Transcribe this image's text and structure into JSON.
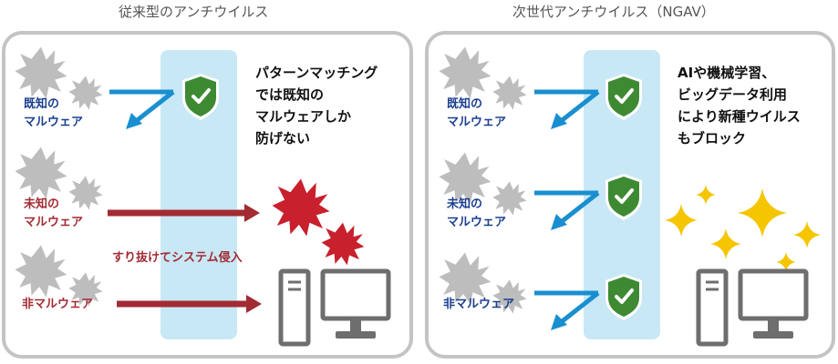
{
  "left": {
    "title": "従来型のアンチウイルス",
    "known_line1": "既知の",
    "known_line2": "マルウェア",
    "unknown_line1": "未知の",
    "unknown_line2": "マルウェア",
    "nonmalware": "非マルウェア",
    "desc_lines": [
      "パターンマッチング",
      "では既知の",
      "マルウェアしか",
      "防げない"
    ],
    "breach_note": "すり抜けてシステム侵入"
  },
  "right": {
    "title": "次世代アンチウイルス（NGAV）",
    "known_line1": "既知の",
    "known_line2": "マルウェア",
    "unknown_line1": "未知の",
    "unknown_line2": "マルウェア",
    "nonmalware": "非マルウェア",
    "desc_lines": [
      "AIや機械学習、",
      "ビッグデータ利用",
      "により新種ウイルス",
      "もブロック"
    ]
  },
  "colors": {
    "arrow_blue": "#1a8fd0",
    "arrow_red": "#a32b33",
    "shield_green": "#3d8a32",
    "band": "#c8e8f6",
    "virus_gray": "#bdbdbd",
    "virus_red": "#c8202c",
    "sparkle": "#f5c500"
  },
  "icons": [
    "virus-icon",
    "shield-check-icon",
    "computer-icon",
    "sparkle-icon"
  ]
}
